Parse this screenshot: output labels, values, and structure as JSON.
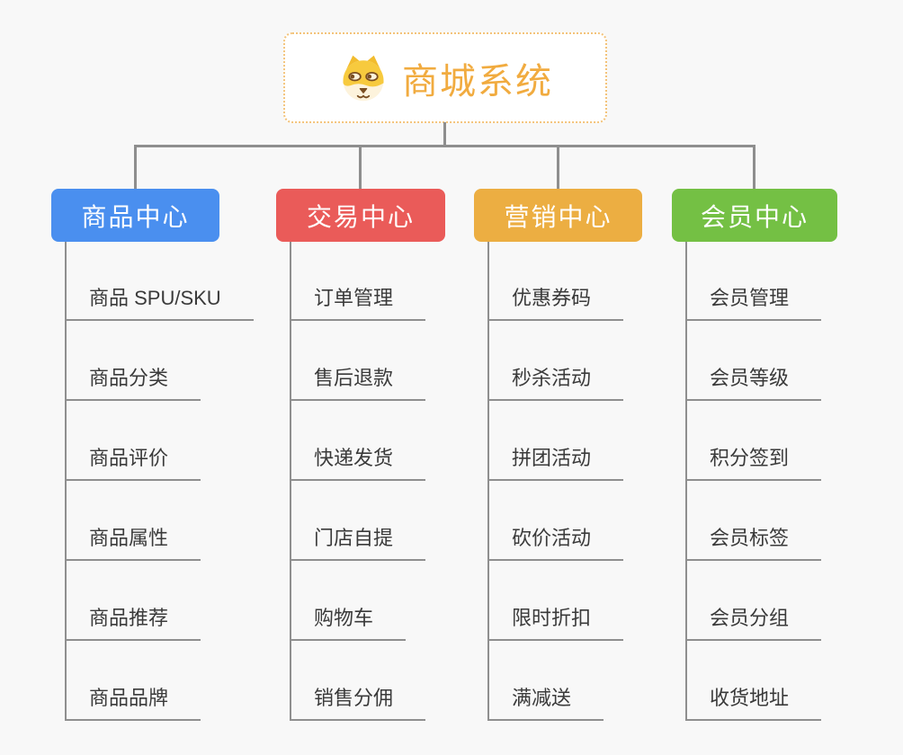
{
  "root": {
    "title": "商城系统",
    "icon": "dog-face-icon",
    "border_color": "#F3C37A",
    "title_color": "#F1AB3F"
  },
  "branches": [
    {
      "label": "商品中心",
      "color": "#4A8FEF",
      "items": [
        "商品 SPU/SKU",
        "商品分类",
        "商品评价",
        "商品属性",
        "商品推荐",
        "商品品牌"
      ]
    },
    {
      "label": "交易中心",
      "color": "#EA5B59",
      "items": [
        "订单管理",
        "售后退款",
        "快递发货",
        "门店自提",
        "购物车",
        "销售分佣"
      ]
    },
    {
      "label": "营销中心",
      "color": "#ECAE42",
      "items": [
        "优惠券码",
        "秒杀活动",
        "拼团活动",
        "砍价活动",
        "限时折扣",
        "满减送"
      ]
    },
    {
      "label": "会员中心",
      "color": "#74C044",
      "items": [
        "会员管理",
        "会员等级",
        "积分签到",
        "会员标签",
        "会员分组",
        "收货地址"
      ]
    }
  ],
  "colors": {
    "background": "#F8F8F8",
    "connector": "#8E8E8E",
    "leaf_text": "#3A3A3A",
    "leaf_underline": "#8F8F8F"
  }
}
